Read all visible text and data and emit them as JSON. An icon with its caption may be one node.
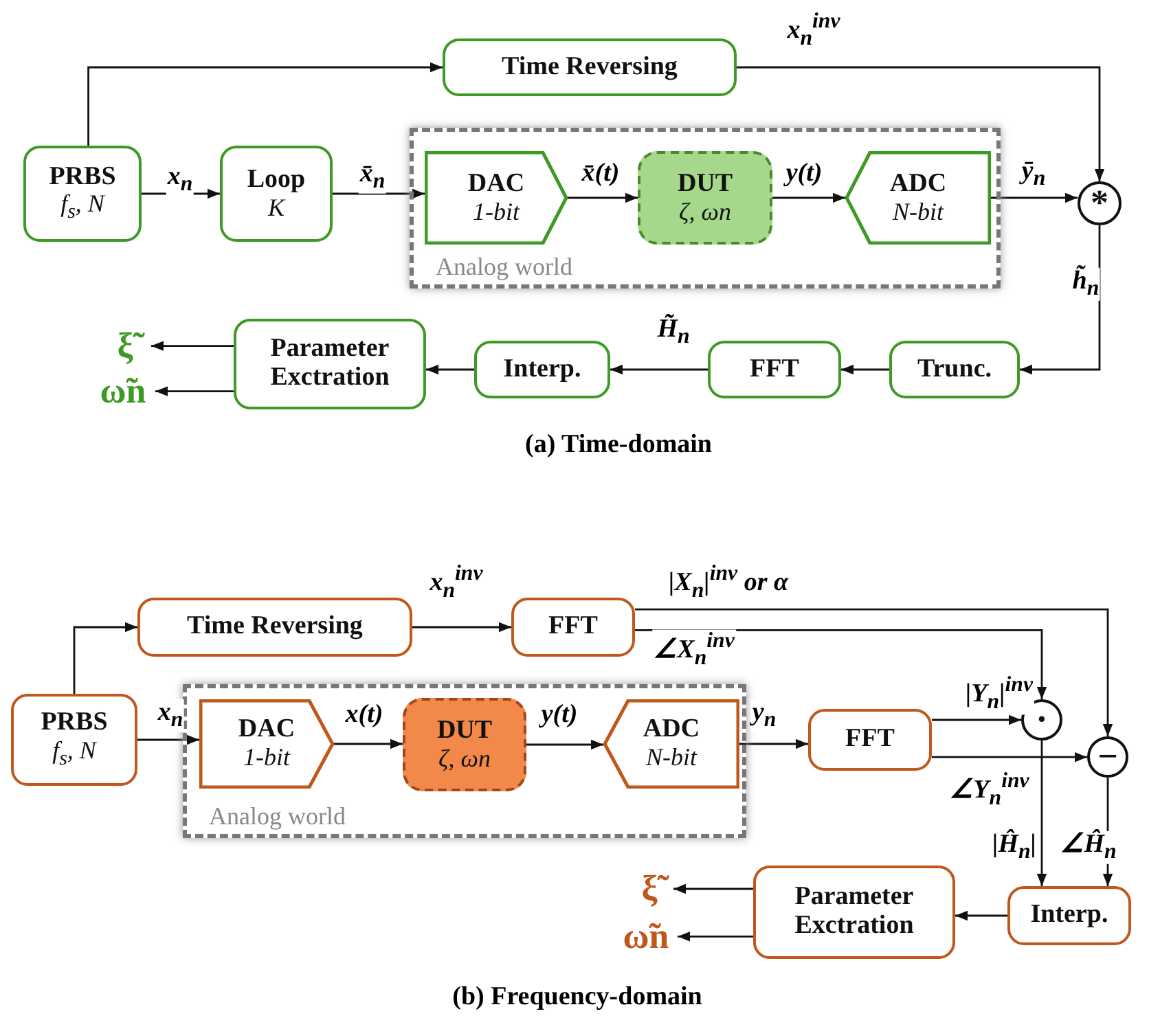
{
  "diagram": {
    "nodes": [
      {
        "text": [
          "Analog world"
        ]
      },
      {
        "text": [
          "PRBS",
          "f$_{s}$, N"
        ]
      },
      {
        "text": [
          "Loop",
          "K"
        ]
      },
      {
        "text": [
          "DAC",
          "1-bit"
        ],
        "in": 0
      },
      {
        "text": [
          "DUT",
          "ζ, ωn"
        ],
        "in": 0
      },
      {
        "text": [
          "ADC",
          "N-bit"
        ],
        "in": 0
      },
      {
        "text": [
          "Time Reversing"
        ]
      },
      {
        "text": [
          "*"
        ]
      },
      {
        "text": [
          "Trunc."
        ]
      },
      {
        "text": [
          "FFT"
        ]
      },
      {
        "text": [
          "Interp."
        ]
      },
      {
        "text": [
          "Parameter Exctration"
        ]
      },
      {
        "text": [
          "ξ̃"
        ]
      },
      {
        "text": [
          "ω̃n"
        ]
      },
      {
        "text": [
          "Analog world"
        ]
      },
      {
        "text": [
          "PRBS",
          "f$_{s}$, N"
        ]
      },
      {
        "text": [
          "DAC",
          "1-bit"
        ],
        "in": 14
      },
      {
        "text": [
          "DUT",
          "ζ, ωn"
        ],
        "in": 14
      },
      {
        "text": [
          "ADC",
          "N-bit"
        ],
        "in": 14
      },
      {
        "text": [
          "Time Reversing"
        ]
      },
      {
        "text": [
          "FFT"
        ]
      },
      {
        "text": [
          "FFT"
        ]
      },
      {
        "text": [
          "·"
        ]
      },
      {
        "text": [
          "−"
        ]
      },
      {
        "text": [
          "Interp."
        ]
      },
      {
        "text": [
          "Parameter Exctration"
        ]
      },
      {
        "text": [
          "ξ̃"
        ]
      },
      {
        "text": [
          "ω̃n"
        ]
      }
    ],
    "edges": [
      {
        "from": 1,
        "to": 2,
        "arrow": "to",
        "label": "x$_{n}$"
      },
      {
        "from": 2,
        "to": 3,
        "arrow": "to",
        "label": "x̄$_{n}$"
      },
      {
        "from": 3,
        "to": 4,
        "arrow": "to",
        "label": "x̄(t)"
      },
      {
        "from": 4,
        "to": 5,
        "arrow": "to",
        "label": "y(t)"
      },
      {
        "from": 5,
        "to": 7,
        "arrow": "to",
        "label": "ȳ$_{n}$"
      },
      {
        "from": 1,
        "to": 6,
        "arrow": "to"
      },
      {
        "from": 6,
        "to": 7,
        "arrow": "to",
        "label": "x$_{n}$$^{inv}$"
      },
      {
        "from": 7,
        "to": 8,
        "arrow": "to",
        "label": "h̃$_{n}$"
      },
      {
        "from": 8,
        "to": 9,
        "arrow": "to"
      },
      {
        "from": 9,
        "to": 10,
        "arrow": "to",
        "label": "H̃$_{n}$"
      },
      {
        "from": 10,
        "to": 11,
        "arrow": "to"
      },
      {
        "from": 11,
        "to": 12,
        "arrow": "to"
      },
      {
        "from": 11,
        "to": 13,
        "arrow": "to"
      },
      {
        "from": 15,
        "to": 19,
        "arrow": "to"
      },
      {
        "from": 19,
        "to": 20,
        "arrow": "to",
        "label": "x$_{n}$$^{inv}$"
      },
      {
        "from": 15,
        "to": 16,
        "arrow": "to",
        "label": "x$_{n}$"
      },
      {
        "from": 16,
        "to": 17,
        "arrow": "to",
        "label": "x(t)"
      },
      {
        "from": 17,
        "to": 18,
        "arrow": "to",
        "label": "y(t)"
      },
      {
        "from": 18,
        "to": 21,
        "arrow": "to",
        "label": "y$_{n}$"
      },
      {
        "from": 20,
        "to": 23,
        "arrow": "to",
        "label": "|X$_{n}$|$^{inv}$ or α"
      },
      {
        "from": 20,
        "to": 22,
        "arrow": "to",
        "label": "∠X$_{n}$$^{inv}$"
      },
      {
        "from": 21,
        "to": 22,
        "arrow": "to",
        "label": "|Y$_{n}$|$^{inv}$"
      },
      {
        "from": 21,
        "to": 23,
        "arrow": "to",
        "label": "∠Y$_{n}$$^{inv}$"
      },
      {
        "from": 22,
        "to": 24,
        "arrow": "to",
        "label": "|Ĥ$_{n}$|"
      },
      {
        "from": 23,
        "to": 24,
        "arrow": "to",
        "label": "∠Ĥ$_{n}$"
      },
      {
        "from": 24,
        "to": 25,
        "arrow": "to"
      },
      {
        "from": 25,
        "to": 26,
        "arrow": "to"
      },
      {
        "from": 25,
        "to": 27,
        "arrow": "to"
      }
    ],
    "labels": [
      "(a) Time-domain",
      "(b) Frequency-domain"
    ]
  }
}
